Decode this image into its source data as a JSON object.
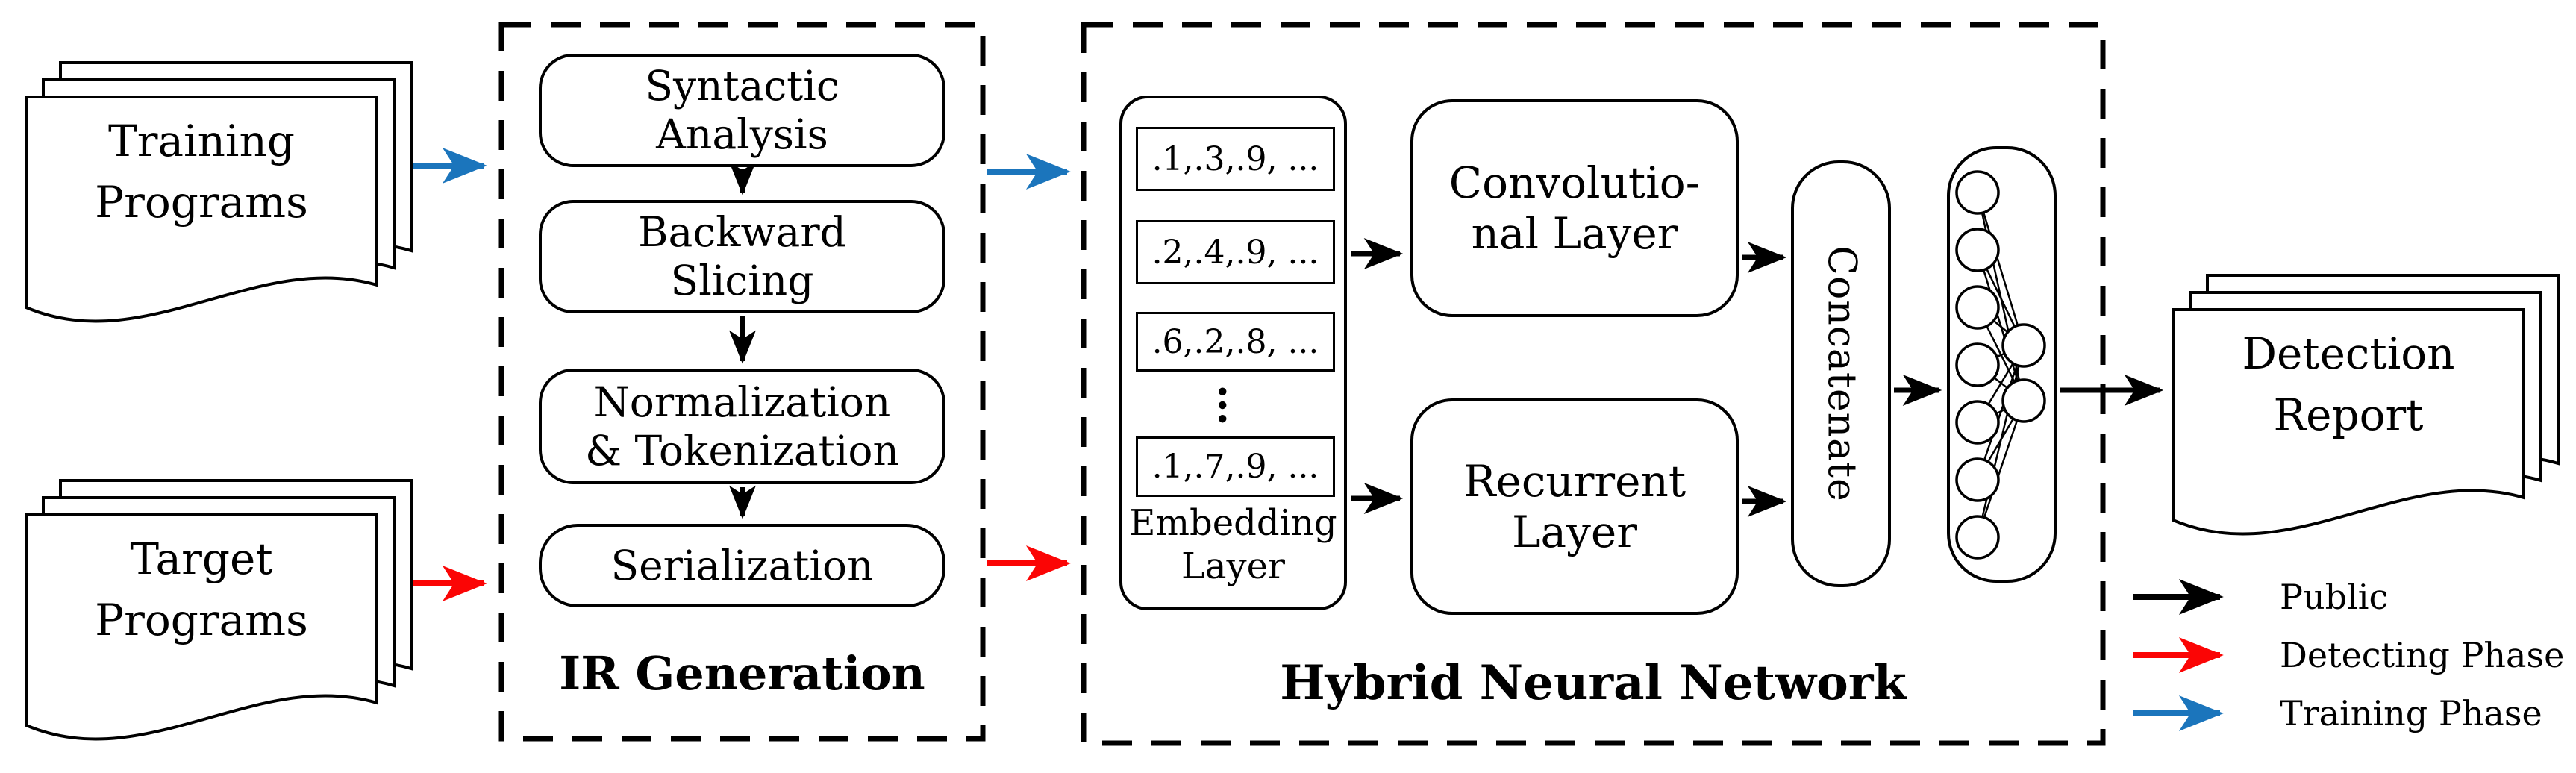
{
  "palette": {
    "black": "#000000",
    "red": "#FB0505",
    "blue": "#1B75BC"
  },
  "documents": {
    "training": {
      "line1": "Training",
      "line2": "Programs"
    },
    "target": {
      "line1": "Target",
      "line2": "Programs"
    },
    "detection": {
      "line1": "Detection",
      "line2": "Report"
    }
  },
  "ir": {
    "title": "IR Generation",
    "steps": {
      "syntactic": {
        "line1": "Syntactic",
        "line2": "Analysis"
      },
      "backward": {
        "line1": "Backward",
        "line2": "Slicing"
      },
      "normalization": {
        "line1": "Normalization",
        "line2": "& Tokenization"
      },
      "serialization": {
        "line1": "Serialization"
      }
    }
  },
  "hnn": {
    "title": "Hybrid Neural Network",
    "embedding": {
      "vector1": ".1,.3,.9, ...",
      "vector2": ".2,.4,.9, ...",
      "vector3": ".6,.2,.8, ...",
      "ellipsis": "…",
      "vector4": ".1,.7,.9, ...",
      "label_line1": "Embedding",
      "label_line2": "Layer"
    },
    "convolutional": {
      "line1": "Convolutio-",
      "line2": "nal Layer"
    },
    "recurrent": {
      "line1": "Recurrent",
      "line2": "Layer"
    },
    "concatenate": "Concatenate"
  },
  "legend": {
    "public": "Public",
    "detecting": "Detecting Phase",
    "training": "Training Phase"
  }
}
